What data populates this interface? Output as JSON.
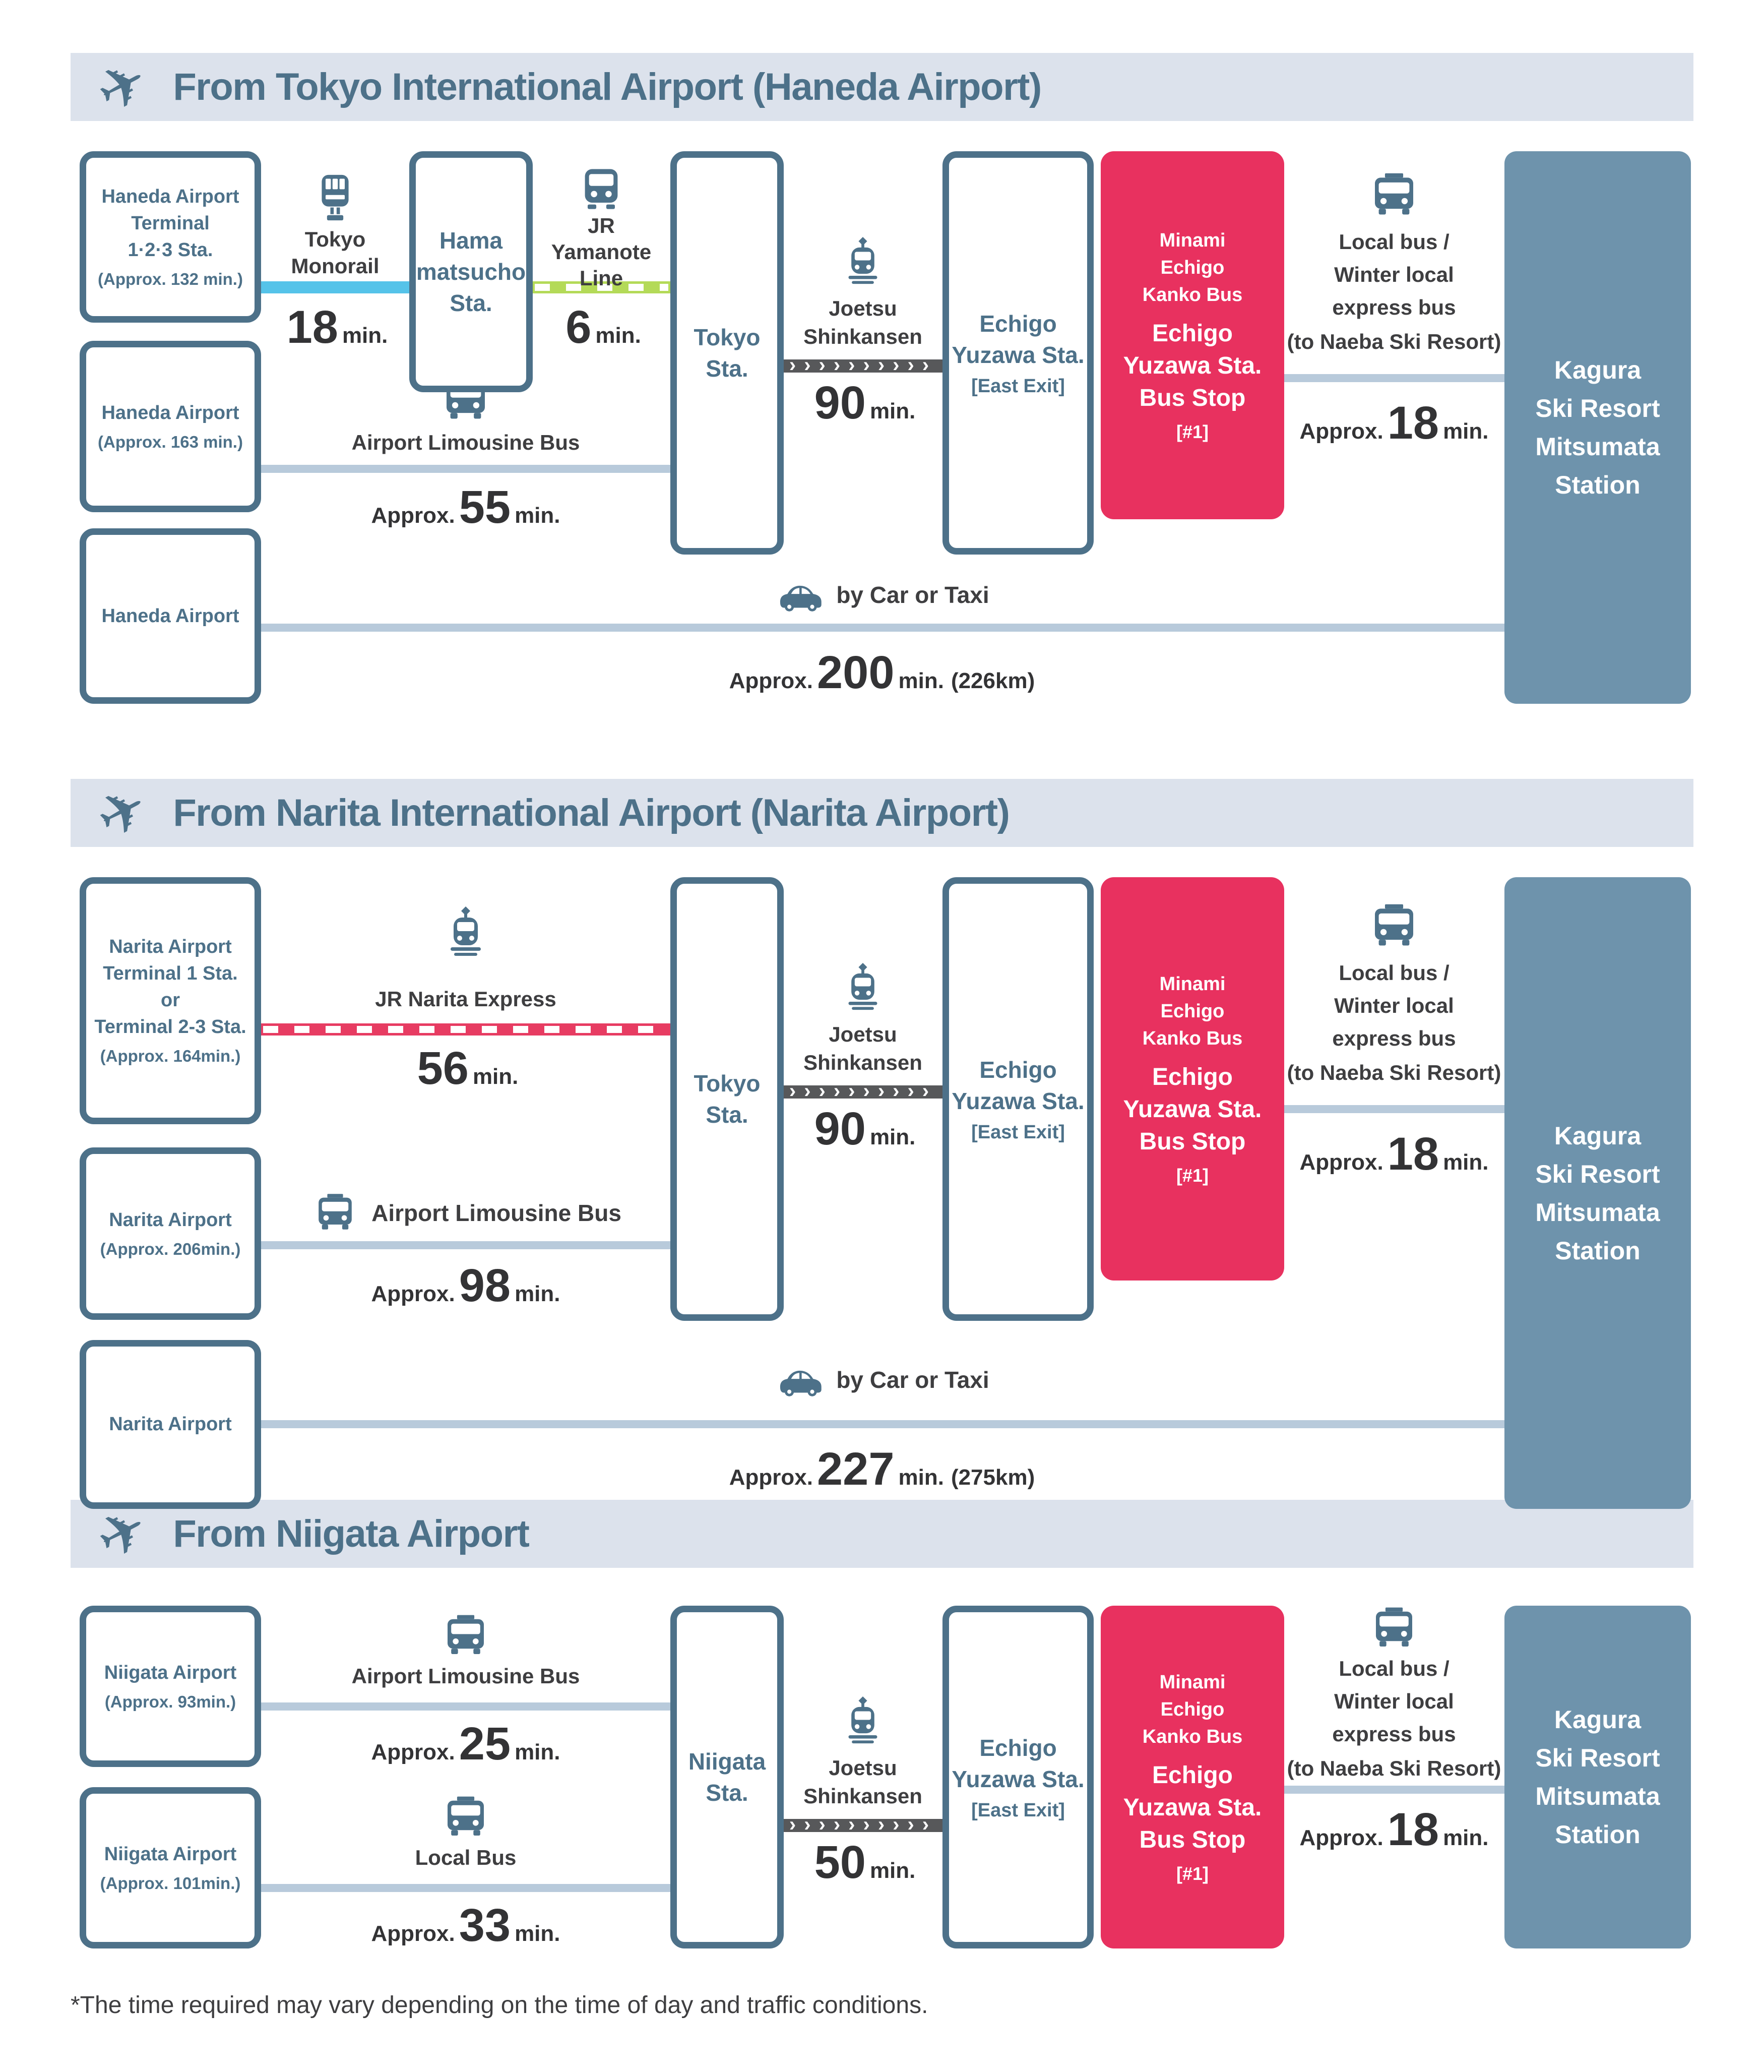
{
  "colors": {
    "steel": "#4d7189",
    "pink": "#e8315f",
    "kagura_fill": "#6e93ac",
    "monorail": "#55c3e9",
    "yamanote": "#b4da58",
    "narita_express": "#e73c62",
    "shinkansen": "#57585a",
    "bus_line": "#b8cadb",
    "header_bg": "#dce2ec",
    "text_dark": "#3e3e40"
  },
  "icons": {
    "plane_glyph": "✈"
  },
  "page": {
    "footnote": "*The time required may vary depending on the time of day and traffic conditions."
  },
  "sections": [
    {
      "id": "haneda",
      "title": "From Tokyo International Airport (Haneda Airport)",
      "boxes": [
        {
          "id": "h-terminal-sta",
          "style": "outline",
          "lines": [
            "Haneda Airport",
            "Terminal",
            "1·2·3 Sta."
          ],
          "sub": "(Approx. 132 min.)"
        },
        {
          "id": "h-airport-bus",
          "style": "outline",
          "lines": [
            "Haneda Airport"
          ],
          "sub": "(Approx. 163 min.)"
        },
        {
          "id": "h-airport-car",
          "style": "outline",
          "lines": [
            "Haneda Airport"
          ]
        },
        {
          "id": "hamamatsucho-sta",
          "style": "outline",
          "variant": "hub",
          "lines": [
            "Hama",
            "matsucho",
            "Sta."
          ]
        },
        {
          "id": "tokyo-sta-1",
          "style": "outline",
          "variant": "hub",
          "lines": [
            "Tokyo",
            "Sta."
          ]
        },
        {
          "id": "echigo-yuzawa-1",
          "style": "outline",
          "variant": "hub",
          "lines": [
            "Echigo",
            "Yuzawa Sta."
          ],
          "sub": "[East Exit]"
        },
        {
          "id": "bus-stop-1",
          "style": "pink",
          "small": [
            "Minami",
            "Echigo",
            "Kanko Bus"
          ],
          "lines": [
            "Echigo",
            "Yuzawa Sta.",
            "Bus Stop"
          ],
          "sub": "[#1]"
        },
        {
          "id": "kagura-1",
          "style": "solid",
          "lines": [
            "Kagura",
            "Ski Resort",
            "Mitsumata",
            "Station"
          ]
        }
      ],
      "connectors": [
        {
          "id": "tokyo-monorail",
          "mode": "monorail",
          "icon": "monorail-icon",
          "iconPlacement": "above",
          "labels": [
            "Tokyo",
            "Monorail"
          ],
          "time": {
            "num": "18",
            "unit": "min."
          }
        },
        {
          "id": "jr-yamanote",
          "mode": "train",
          "icon": "train-icon",
          "iconPlacement": "above",
          "labels": [
            "JR",
            "Yamanote",
            "Line"
          ],
          "time": {
            "num": "6",
            "unit": "min."
          }
        },
        {
          "id": "joetsu-shinkansen-1",
          "mode": "shinkansen",
          "icon": "shinkansen-icon",
          "iconPlacement": "above",
          "labels": [
            "Joetsu",
            "Shinkansen"
          ],
          "time": {
            "num": "90",
            "unit": "min."
          }
        },
        {
          "id": "airport-limousine-1",
          "mode": "bus",
          "icon": "bus-icon",
          "iconPlacement": "above",
          "labels": [
            "Airport Limousine Bus"
          ],
          "time": {
            "prefix": "Approx.",
            "num": "55",
            "unit": "min."
          }
        },
        {
          "id": "local-bus-1",
          "mode": "bus",
          "icon": "bus-icon",
          "iconPlacement": "above",
          "labels": [
            "Local bus /",
            "Winter local",
            "express bus",
            "(to Naeba Ski Resort)"
          ],
          "time": {
            "prefix": "Approx.",
            "num": "18",
            "unit": "min."
          }
        },
        {
          "id": "car-taxi-1",
          "mode": "car",
          "icon": "car-icon",
          "iconPlacement": "inline",
          "labels": [
            "by Car or Taxi"
          ],
          "time": {
            "prefix": "Approx.",
            "num": "200",
            "unit": "min.",
            "extra": "(226km)"
          }
        }
      ]
    },
    {
      "id": "narita",
      "title": "From Narita International Airport (Narita Airport)",
      "boxes": [
        {
          "id": "n-terminal-sta",
          "style": "outline",
          "lines": [
            "Narita Airport",
            "Terminal 1 Sta.",
            "or",
            "Terminal 2-3 Sta."
          ],
          "sub": "(Approx. 164min.)"
        },
        {
          "id": "n-airport-bus",
          "style": "outline",
          "lines": [
            "Narita Airport"
          ],
          "sub": "(Approx. 206min.)"
        },
        {
          "id": "n-airport-car",
          "style": "outline",
          "lines": [
            "Narita Airport"
          ]
        },
        {
          "id": "tokyo-sta-2",
          "style": "outline",
          "variant": "hub",
          "lines": [
            "Tokyo",
            "Sta."
          ]
        },
        {
          "id": "echigo-yuzawa-2",
          "style": "outline",
          "variant": "hub",
          "lines": [
            "Echigo",
            "Yuzawa Sta."
          ],
          "sub": "[East Exit]"
        },
        {
          "id": "bus-stop-2",
          "style": "pink",
          "small": [
            "Minami",
            "Echigo",
            "Kanko Bus"
          ],
          "lines": [
            "Echigo",
            "Yuzawa Sta.",
            "Bus Stop"
          ],
          "sub": "[#1]"
        },
        {
          "id": "kagura-2",
          "style": "solid",
          "lines": [
            "Kagura",
            "Ski Resort",
            "Mitsumata",
            "Station"
          ]
        }
      ],
      "connectors": [
        {
          "id": "jr-narita-express",
          "mode": "train",
          "icon": "shinkansen-icon",
          "iconPlacement": "above",
          "labels": [
            "JR Narita Express"
          ],
          "time": {
            "num": "56",
            "unit": "min."
          }
        },
        {
          "id": "joetsu-shinkansen-2",
          "mode": "shinkansen",
          "icon": "shinkansen-icon",
          "iconPlacement": "above",
          "labels": [
            "Joetsu",
            "Shinkansen"
          ],
          "time": {
            "num": "90",
            "unit": "min."
          }
        },
        {
          "id": "airport-limousine-2",
          "mode": "bus",
          "icon": "bus-icon",
          "iconPlacement": "inline",
          "labels": [
            "Airport Limousine Bus"
          ],
          "time": {
            "prefix": "Approx.",
            "num": "98",
            "unit": "min."
          }
        },
        {
          "id": "local-bus-2",
          "mode": "bus",
          "icon": "bus-icon",
          "iconPlacement": "above",
          "labels": [
            "Local bus /",
            "Winter local",
            "express bus",
            "(to Naeba Ski Resort)"
          ],
          "time": {
            "prefix": "Approx.",
            "num": "18",
            "unit": "min."
          }
        },
        {
          "id": "car-taxi-2",
          "mode": "car",
          "icon": "car-icon",
          "iconPlacement": "inline",
          "labels": [
            "by Car or Taxi"
          ],
          "time": {
            "prefix": "Approx.",
            "num": "227",
            "unit": "min.",
            "extra": "(275km)"
          }
        }
      ]
    },
    {
      "id": "niigata",
      "title": "From Niigata Airport",
      "boxes": [
        {
          "id": "niigata-airport-limo",
          "style": "outline",
          "lines": [
            "Niigata Airport"
          ],
          "sub": "(Approx. 93min.)"
        },
        {
          "id": "niigata-airport-local",
          "style": "outline",
          "lines": [
            "Niigata Airport"
          ],
          "sub": "(Approx. 101min.)"
        },
        {
          "id": "niigata-sta",
          "style": "outline",
          "variant": "hub",
          "lines": [
            "Niigata",
            "Sta."
          ]
        },
        {
          "id": "echigo-yuzawa-3",
          "style": "outline",
          "variant": "hub",
          "lines": [
            "Echigo",
            "Yuzawa Sta."
          ],
          "sub": "[East Exit]"
        },
        {
          "id": "bus-stop-3",
          "style": "pink",
          "small": [
            "Minami",
            "Echigo",
            "Kanko Bus"
          ],
          "lines": [
            "Echigo",
            "Yuzawa Sta.",
            "Bus Stop"
          ],
          "sub": "[#1]"
        },
        {
          "id": "kagura-3",
          "style": "solid",
          "lines": [
            "Kagura",
            "Ski Resort",
            "Mitsumata",
            "Station"
          ]
        }
      ],
      "connectors": [
        {
          "id": "airport-limousine-3",
          "mode": "bus",
          "icon": "bus-icon",
          "iconPlacement": "above",
          "labels": [
            "Airport Limousine Bus"
          ],
          "time": {
            "prefix": "Approx.",
            "num": "25",
            "unit": "min."
          }
        },
        {
          "id": "niigata-local-bus",
          "mode": "bus",
          "icon": "bus-icon",
          "iconPlacement": "above",
          "labels": [
            "Local Bus"
          ],
          "time": {
            "prefix": "Approx.",
            "num": "33",
            "unit": "min."
          }
        },
        {
          "id": "joetsu-shinkansen-3",
          "mode": "shinkansen",
          "icon": "shinkansen-icon",
          "iconPlacement": "above",
          "labels": [
            "Joetsu",
            "Shinkansen"
          ],
          "time": {
            "num": "50",
            "unit": "min."
          }
        },
        {
          "id": "local-bus-3",
          "mode": "bus",
          "icon": "bus-icon",
          "iconPlacement": "above",
          "labels": [
            "Local bus /",
            "Winter local",
            "express bus",
            "(to Naeba Ski Resort)"
          ],
          "time": {
            "prefix": "Approx.",
            "num": "18",
            "unit": "min."
          }
        }
      ]
    }
  ]
}
